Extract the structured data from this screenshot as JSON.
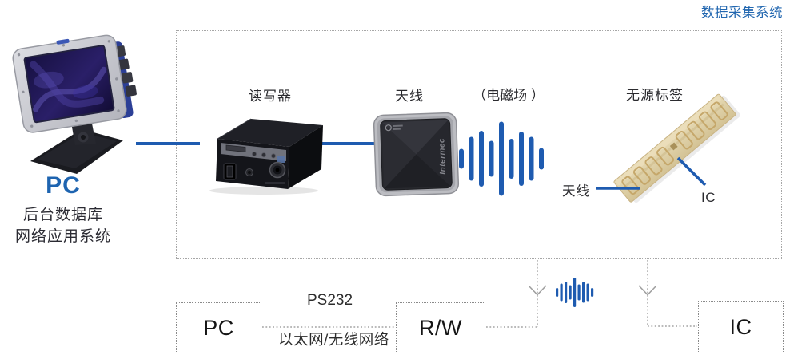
{
  "title": "数据采集系统",
  "pc": {
    "label": "PC",
    "line1": "后台数据库",
    "line2": "网络应用系统"
  },
  "system_box": {
    "reader_label": "读写器",
    "antenna_label": "天线",
    "em_field_label": "（电磁场 ）",
    "passive_tag_label": "无源标签",
    "tag_antenna_label": "天线",
    "tag_ic_label": "IC",
    "antenna_brand": "Intermec"
  },
  "bottom_flow": {
    "pc_box_label": "PC",
    "rw_box_label": "R/W",
    "ic_box_label": "IC",
    "link_label_top": "PS232",
    "link_label_bottom": "以太网/无线网络"
  },
  "colors": {
    "accent_blue": "#1e5bb0",
    "title_blue": "#2267b0",
    "dotted_gray": "#9a9a9a",
    "tag_body": "#decfa6"
  }
}
